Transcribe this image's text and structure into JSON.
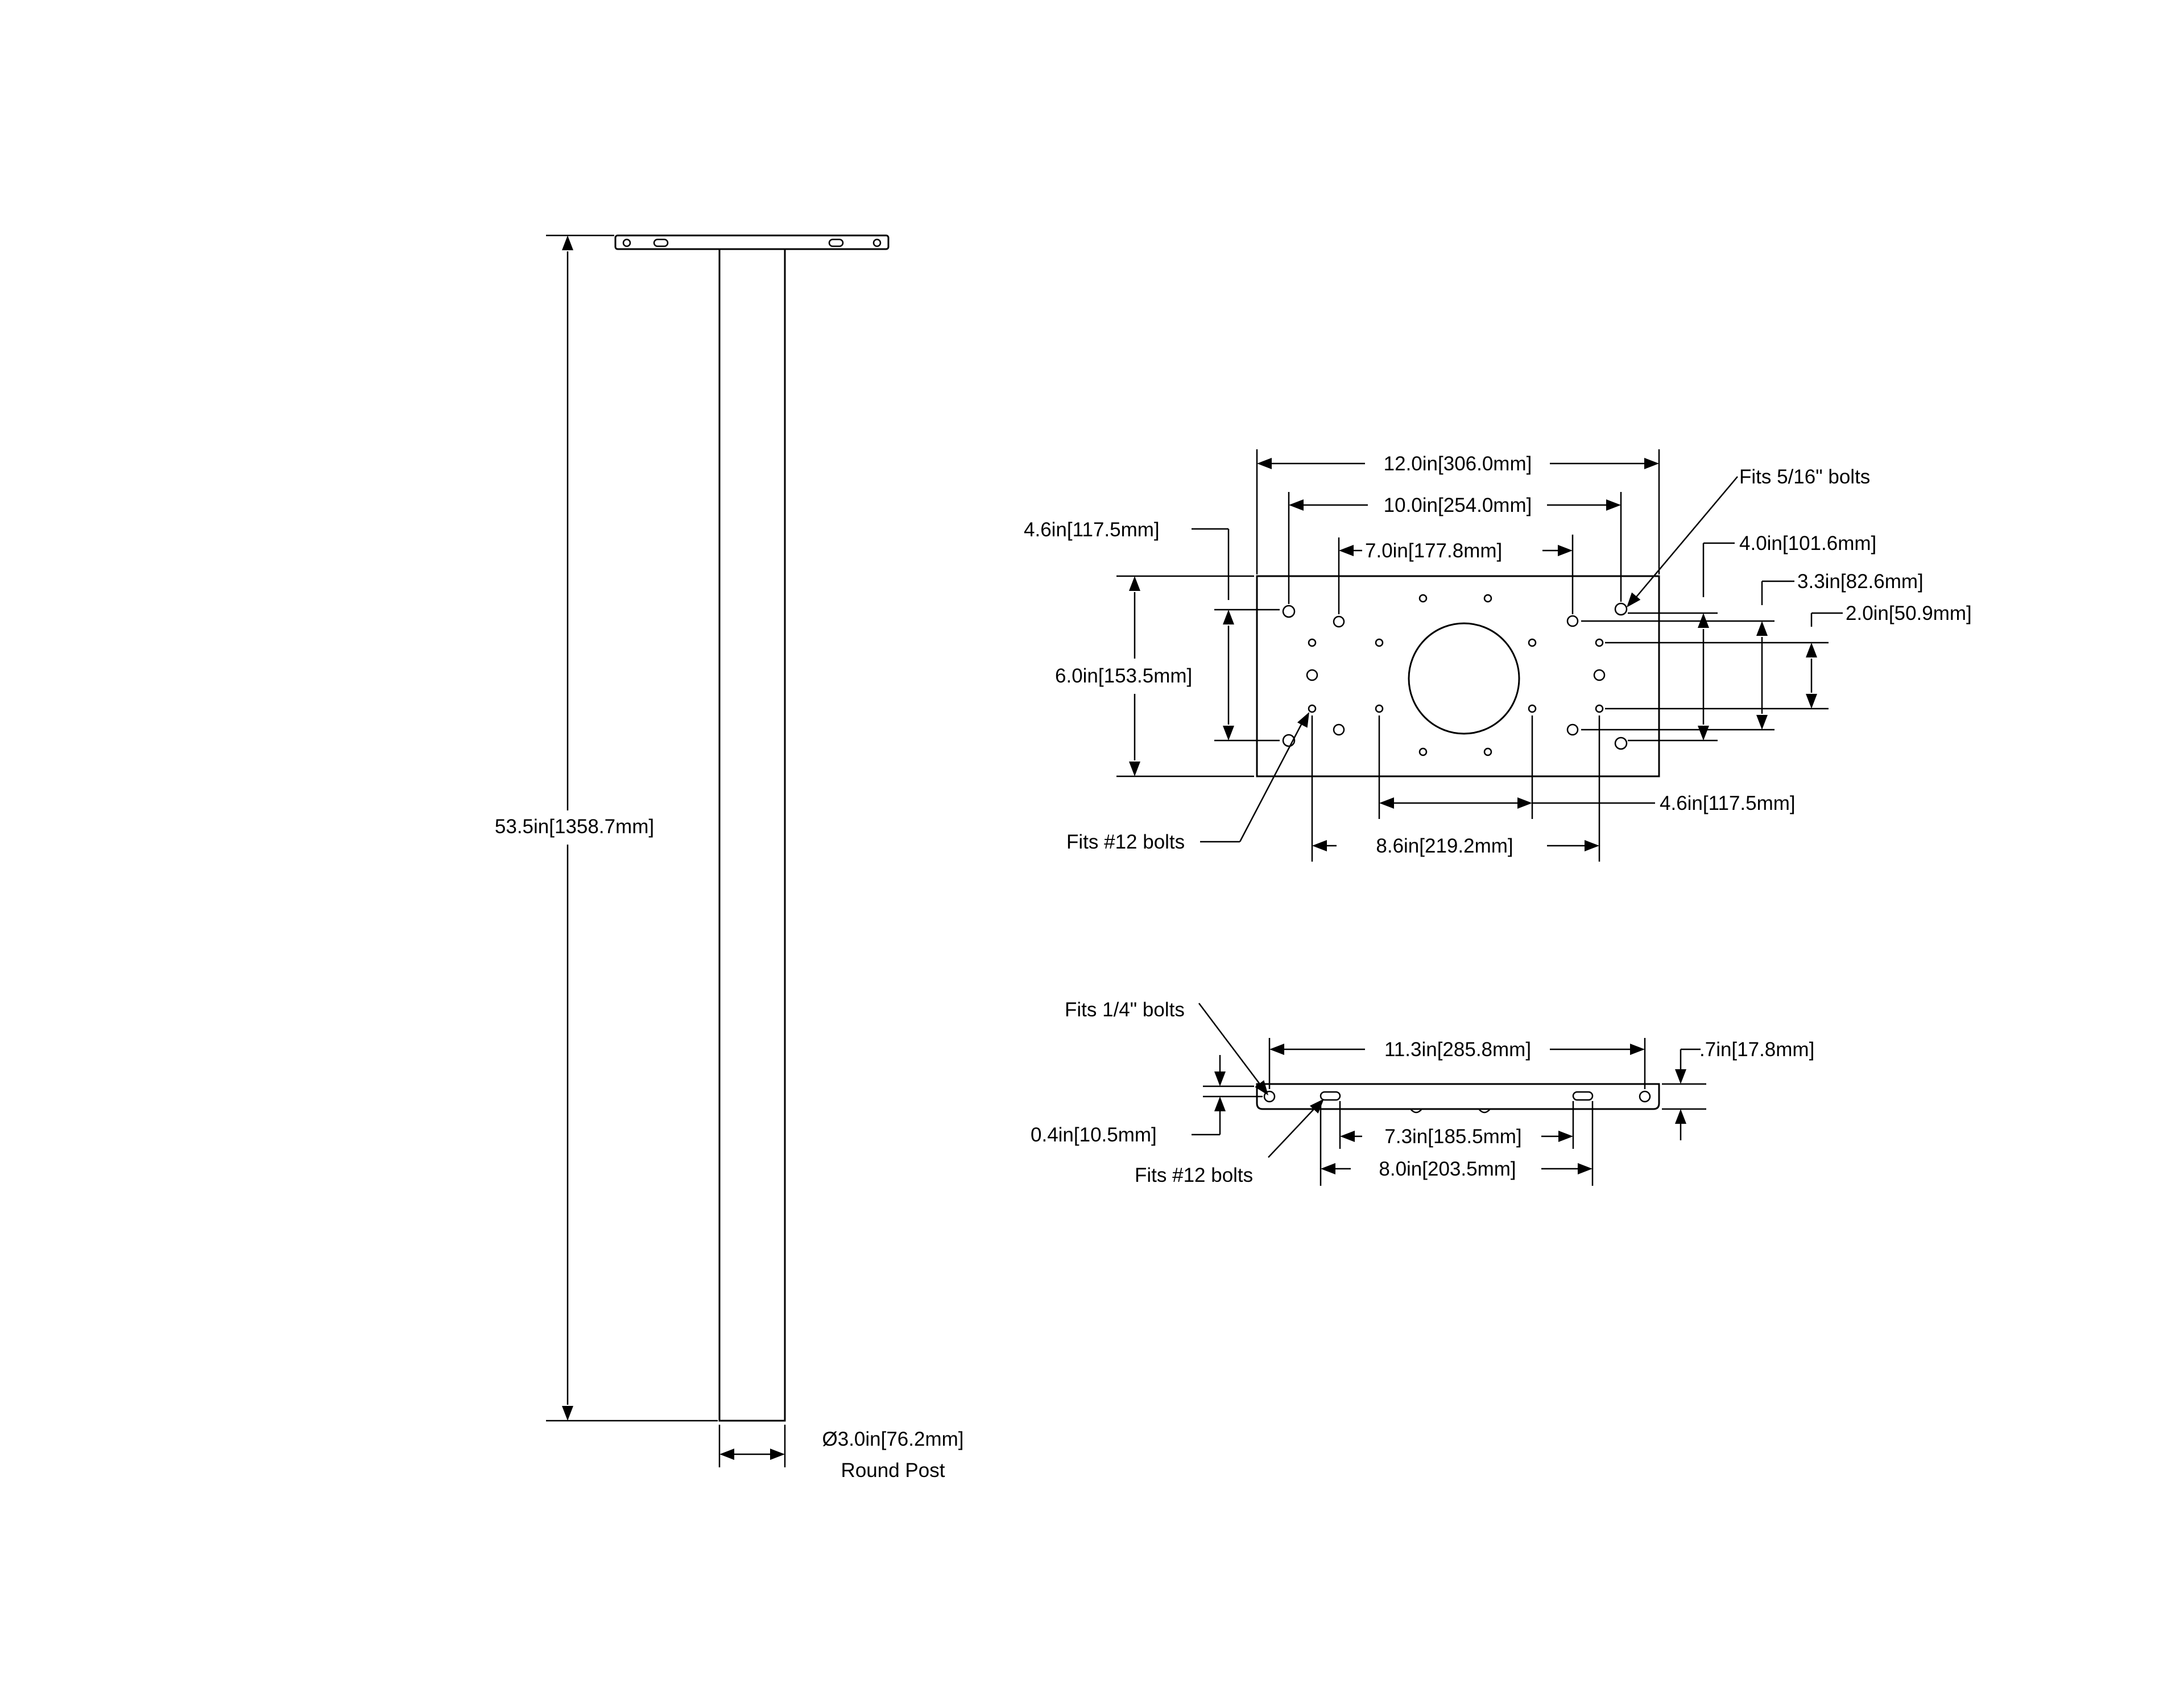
{
  "labels": {
    "post_height": "53.5in[1358.7mm]",
    "post_diameter": "Ø3.0in[76.2mm]",
    "round_post": "Round Post",
    "plate_width": "12.0in[306.0mm]",
    "outer_hole_spacing": "10.0in[254.0mm]",
    "inner_hole_spacing": "7.0in[177.8mm]",
    "left_vertical_offset": "4.6in[117.5mm]",
    "plate_depth": "6.0in[153.5mm]",
    "right_4_0": "4.0in[101.6mm]",
    "right_3_3": "3.3in[82.6mm]",
    "right_2_0": "2.0in[50.9mm]",
    "fits_516": "Fits 5/16\" bolts",
    "fits_12_top": "Fits #12 bolts",
    "bottom_4_6": "4.6in[117.5mm]",
    "bottom_8_6": "8.6in[219.2mm]",
    "side_fits_14": "Fits 1/4\" bolts",
    "side_length": "11.3in[285.8mm]",
    "side_thickness": ".7in[17.8mm]",
    "side_0_4": "0.4in[10.5mm]",
    "side_fits_12": "Fits #12 bolts",
    "side_7_3": "7.3in[185.5mm]",
    "side_8_0": "8.0in[203.5mm]"
  }
}
